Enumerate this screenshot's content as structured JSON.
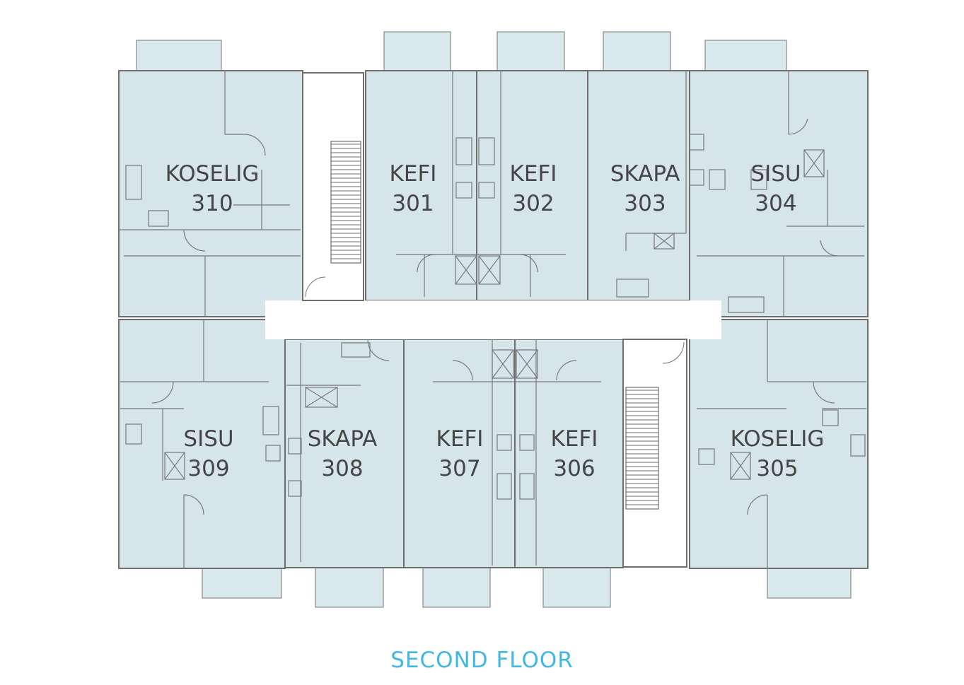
{
  "floor_title": "SECOND FLOOR",
  "colors": {
    "unit_fill": "#d6e5ea",
    "balcony_fill": "#d8e8ed",
    "corridor_fill": "#ffffff",
    "wall": "#6e6e6e",
    "fixture": "#8a8a8a",
    "label": "#454545",
    "title": "#41b8e4"
  },
  "units": [
    {
      "name": "KOSELIG",
      "number": "310"
    },
    {
      "name": "KEFI",
      "number": "301"
    },
    {
      "name": "KEFI",
      "number": "302"
    },
    {
      "name": "SKAPA",
      "number": "303"
    },
    {
      "name": "SISU",
      "number": "304"
    },
    {
      "name": "SISU",
      "number": "309"
    },
    {
      "name": "SKAPA",
      "number": "308"
    },
    {
      "name": "KEFI",
      "number": "307"
    },
    {
      "name": "KEFI",
      "number": "306"
    },
    {
      "name": "KOSELIG",
      "number": "305"
    }
  ]
}
